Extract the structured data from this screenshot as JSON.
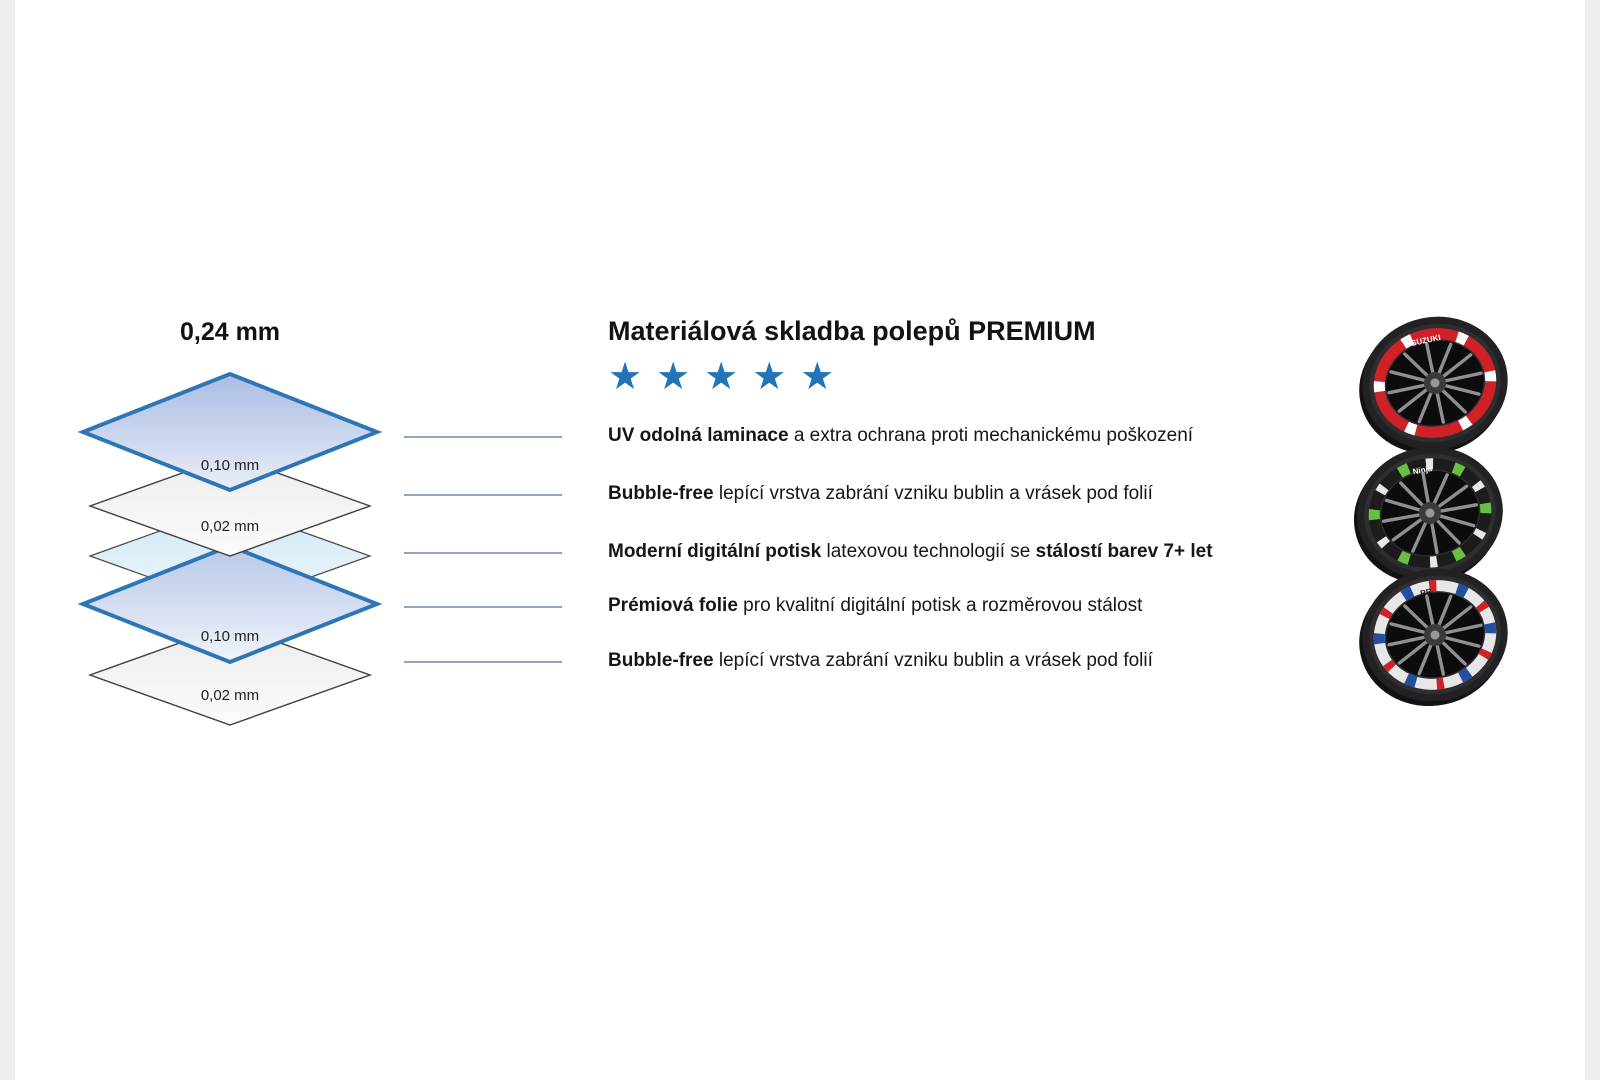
{
  "colors": {
    "accent_blue": "#2273b8",
    "layer_border_blue": "#2e75b6",
    "leader_line": "#8ca6c8"
  },
  "layer_diagram": {
    "total_thickness_label": "0,24 mm",
    "layers": [
      {
        "label": "0,10 mm",
        "type": "uv-laminace-blue-foil"
      },
      {
        "label": "0,02 mm",
        "type": "bubble-free-adhesive"
      },
      {
        "label": "",
        "type": "digital-print"
      },
      {
        "label": "0,10 mm",
        "type": "premium-blue-foil"
      },
      {
        "label": "0,02 mm",
        "type": "bubble-free-adhesive"
      }
    ]
  },
  "info": {
    "title": "Materiálová skladba polepů PREMIUM",
    "stars_text": "★★★★★",
    "items": [
      {
        "bold_start": "UV odolná laminace",
        "middle": " a extra ochrana proti mechanickému poškození",
        "bold_end": ""
      },
      {
        "bold_start": "Bubble-free",
        "middle": " lepící vrstva zabrání vzniku bublin a vrásek pod folií",
        "bold_end": ""
      },
      {
        "bold_start": "Moderní digitální potisk",
        "middle": " latexovou technologií se ",
        "bold_end": "stálostí barev 7+ let"
      },
      {
        "bold_start": "Prémiová folie",
        "middle": " pro kvalitní digitální potisk a rozměrovou stálost",
        "bold_end": ""
      },
      {
        "bold_start": "Bubble-free",
        "middle": " lepící vrstva zabrání vzniku bublin a vrásek pod folií",
        "bold_end": ""
      }
    ]
  },
  "wheels": [
    {
      "stripe_color": "#cf2127",
      "accent_color": "#ffffff",
      "accent2_color": "#cf2127",
      "label": "SUZUKI",
      "label_color": "#ffffff"
    },
    {
      "stripe_color": "#1c1c1c",
      "accent_color": "#6abe44",
      "accent2_color": "#e8e8e8",
      "label": "Ninja",
      "label_color": "#ffffff"
    },
    {
      "stripe_color": "#e7e7e7",
      "accent_color": "#2150a0",
      "accent2_color": "#cf2127",
      "label": "RR",
      "label_color": "#1a1a1a"
    }
  ]
}
